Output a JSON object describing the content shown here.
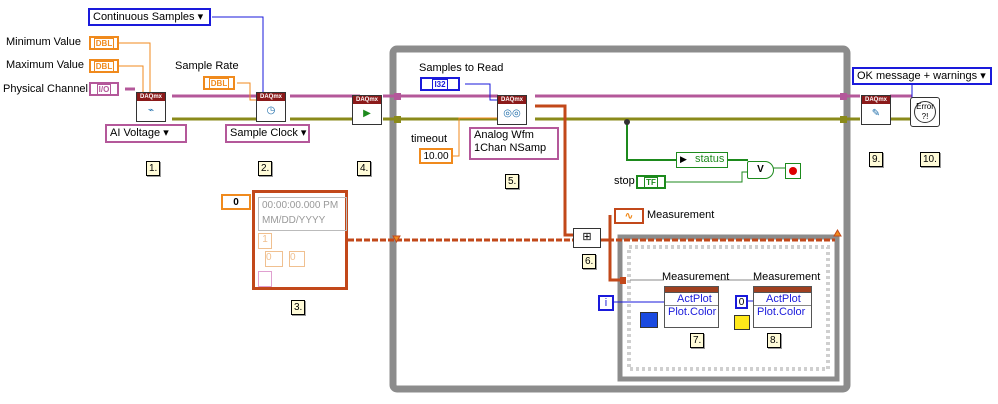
{
  "labels": {
    "minimum_value": "Minimum Value",
    "maximum_value": "Maximum Value",
    "physical_channel": "Physical Channel",
    "sample_rate": "Sample Rate",
    "samples_to_read": "Samples to Read",
    "timeout": "timeout",
    "stop": "stop",
    "measurement": "Measurement",
    "status": "status"
  },
  "controls": {
    "sample_mode": "Continuous Samples",
    "error_mode": "OK message + warnings",
    "ai_voltage": "AI Voltage",
    "sample_clock": "Sample Clock",
    "read_instance_line1": "Analog Wfm",
    "read_instance_line2": "1Chan NSamp",
    "timeout_value": "10.00",
    "timestamp_line1": "00:00:00.000 PM",
    "timestamp_line2": "MM/DD/YYYY",
    "cluster_dt": "1",
    "cluster_y0": "0",
    "cluster_y1": "0",
    "array_index": "0",
    "plot_index": "0",
    "loop_iteration": "i"
  },
  "terminal_types": {
    "dbl": "DBL",
    "io": "I/O",
    "i32": "I32",
    "tf": "TF"
  },
  "vi_header": "DAQmx",
  "property_nodes": [
    {
      "title": "Measurement",
      "prop1": "ActPlot",
      "prop2": "Plot.Color"
    },
    {
      "title": "Measurement",
      "prop1": "ActPlot",
      "prop2": "Plot.Color"
    }
  ],
  "error_icon_text": "Error",
  "steps": [
    "1.",
    "2.",
    "3.",
    "4.",
    "5.",
    "6.",
    "7.",
    "8.",
    "9.",
    "10."
  ],
  "colors": {
    "numeric_wire": "#f08a1d",
    "task_wire": "#b4589a",
    "error_wire": "#8a8a1a",
    "waveform_wire": "#a0401a",
    "boolean_wire": "#1d8a1d",
    "int_wire": "#1a1adb",
    "loop_border": "#8c8c8c"
  }
}
